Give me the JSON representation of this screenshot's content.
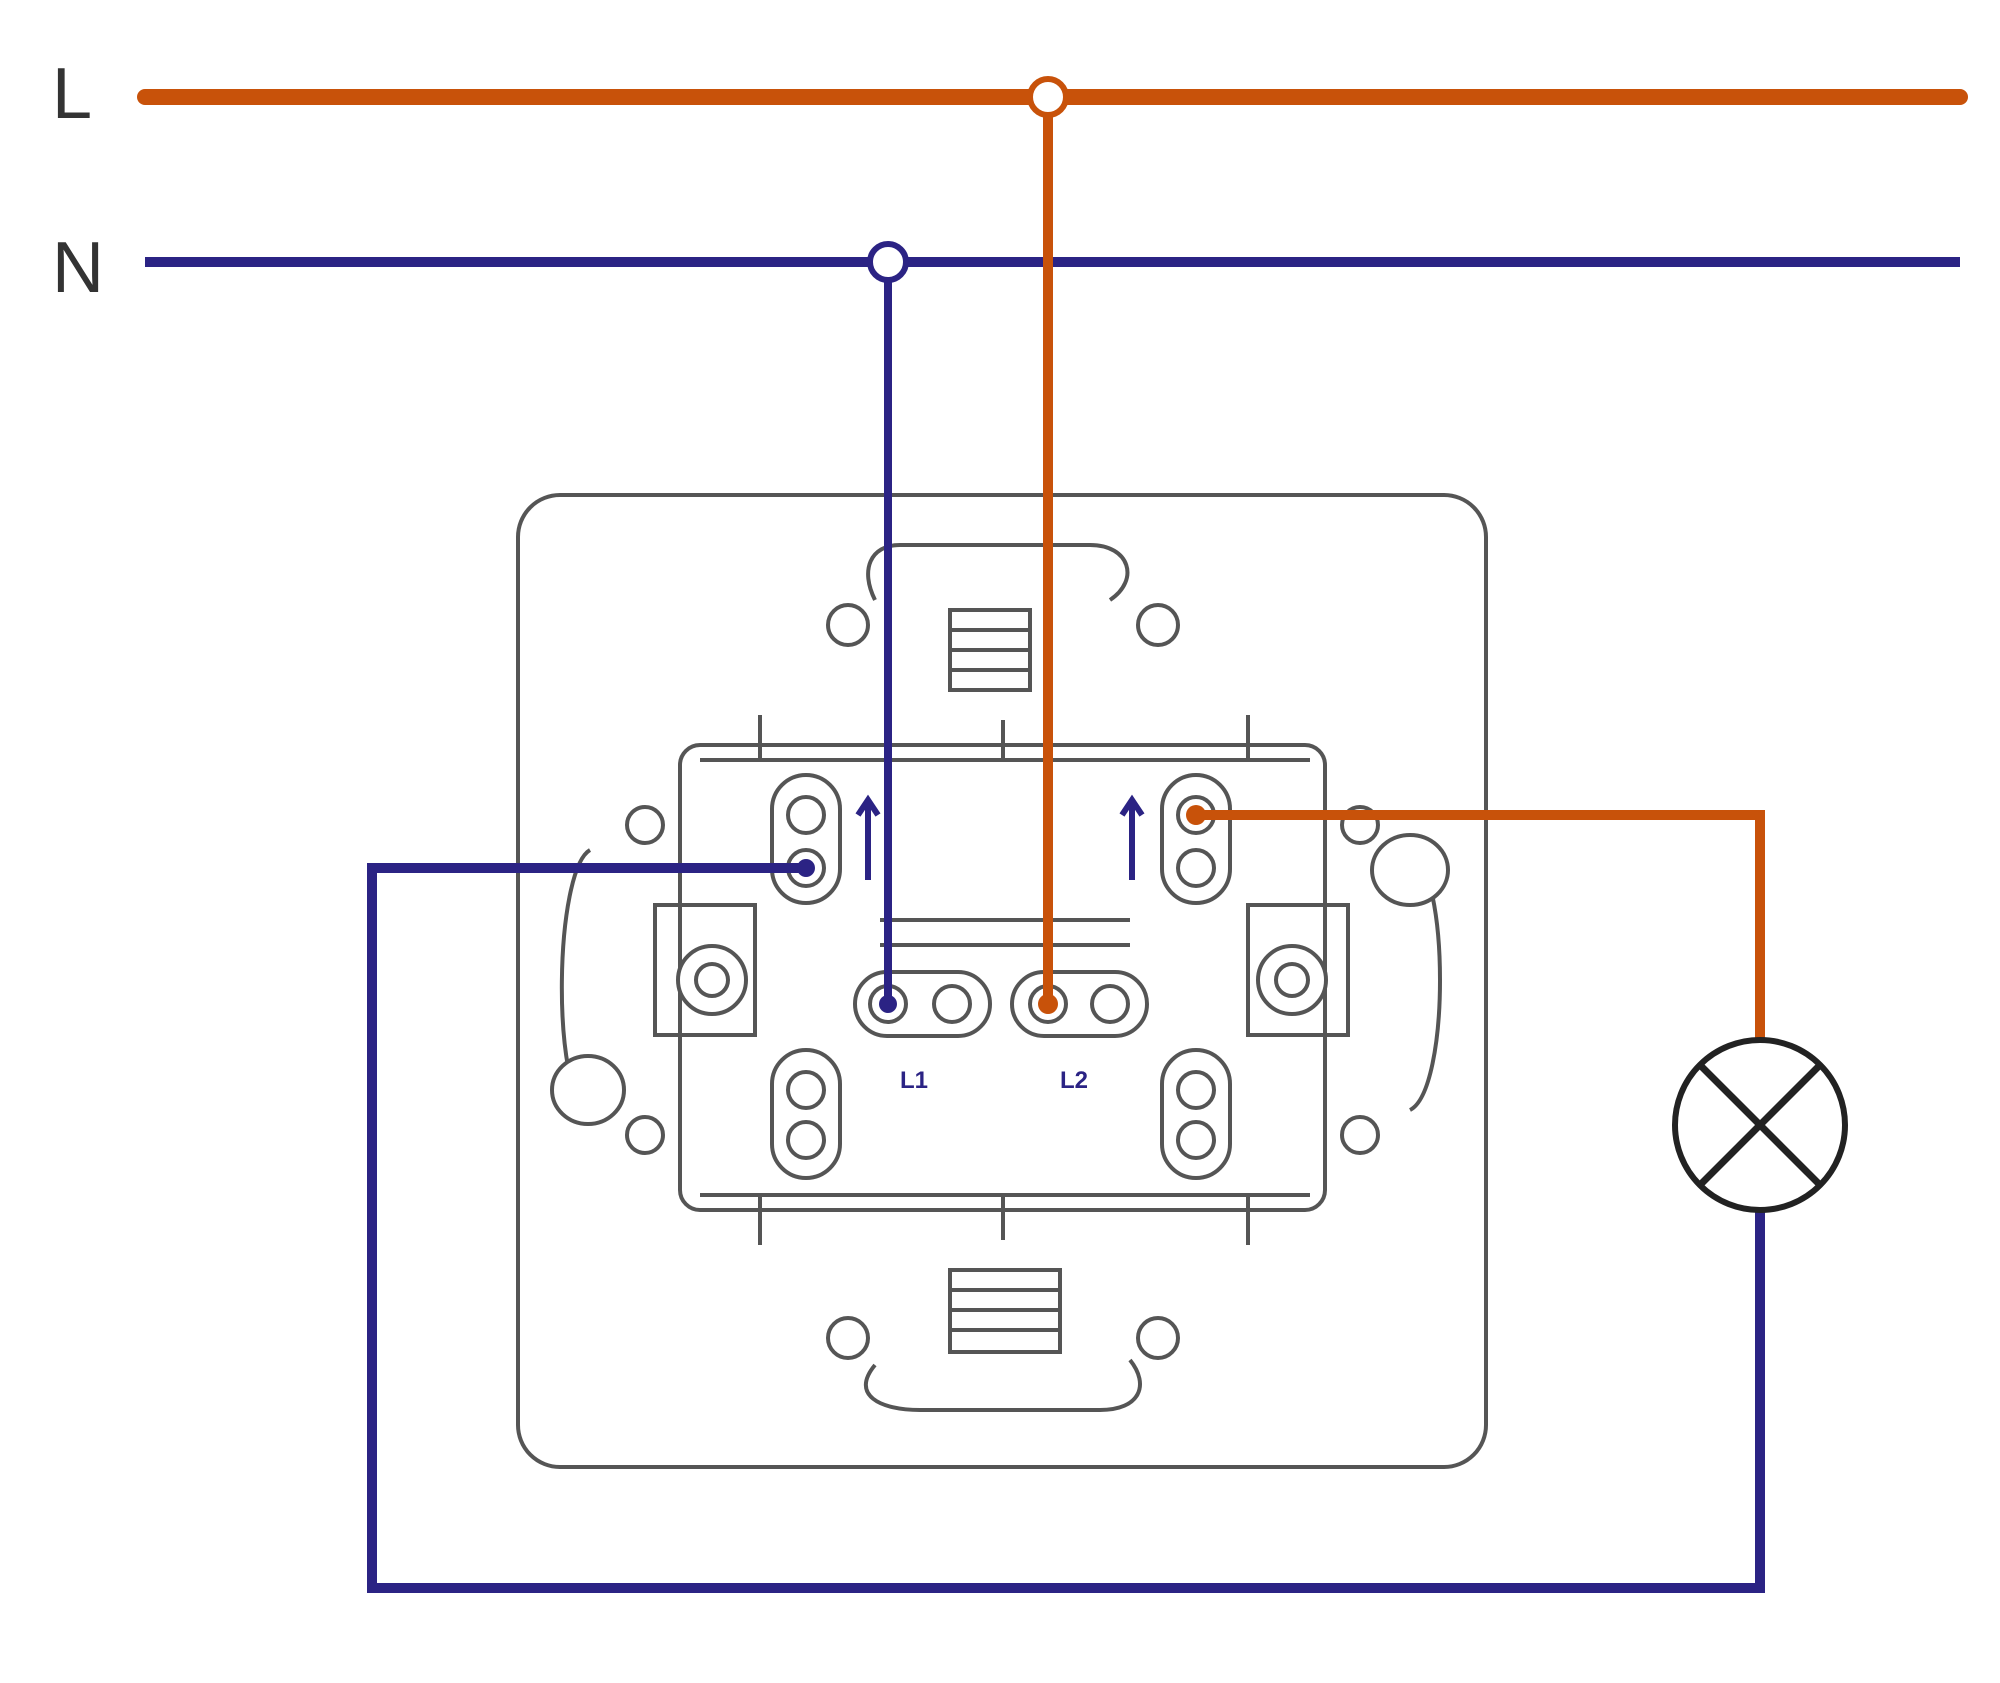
{
  "labels": {
    "phase": "L",
    "neutral": "N",
    "terminal_1": "L1",
    "terminal_2": "L2"
  },
  "colors": {
    "phase_wire": "#c8520a",
    "neutral_wire": "#2b2384",
    "outline": "#555555",
    "background": "#ffffff"
  },
  "components": {
    "switch": "switch-icon",
    "lamp": "lamp-icon"
  }
}
